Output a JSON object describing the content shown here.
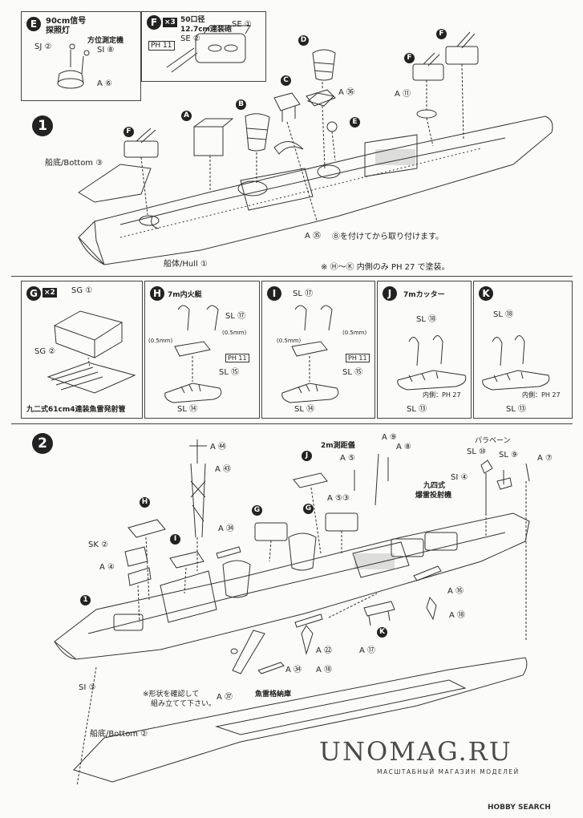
{
  "panel_e": {
    "badge": "E",
    "title_line1": "90cm信号",
    "title_line2": "探照灯",
    "sub_title": "方位測定機",
    "sj": "SJ ②",
    "si": "SI ⑧",
    "a": "A ⑥"
  },
  "panel_f": {
    "badge": "F",
    "multiplier": "×3",
    "title_line1": "50口径",
    "title_line2": "12.7cm連装砲",
    "se1": "SE ①",
    "se2": "SE ②",
    "paint": "PH 11"
  },
  "step1": {
    "number": "1",
    "bottom_label": "船底/Bottom ③",
    "hull_label": "船体/Hull ①",
    "a35": "A ㉟",
    "a35_note": "Ⓑを付けてから取り付けます。",
    "paint_note": "※ Ⓗ～Ⓚ 内側のみ PH 27 で塗装。",
    "a36": "A ㊱",
    "a11": "A ⑪",
    "e_mark": "E",
    "parts": [
      "F",
      "A",
      "B",
      "C",
      "D",
      "F",
      "F"
    ]
  },
  "panel_g": {
    "badge": "G",
    "multiplier": "×2",
    "sg1": "SG ①",
    "sg2": "SG ②",
    "caption": "九二式61cm4連装魚雷発射管"
  },
  "panel_h": {
    "badge": "H",
    "title": "7m内火艇",
    "sl17": "SL ⑰",
    "sl15": "SL ⑮",
    "sl14": "SL ⑭",
    "dim1": "(0.5mm)",
    "dim2": "(0.5mm)",
    "paint": "PH 11"
  },
  "panel_i": {
    "badge": "I",
    "sl17": "SL ⑰",
    "sl15": "SL ⑮",
    "sl14": "SL ⑭",
    "dim1": "(0.5mm)",
    "dim2": "(0.5mm)",
    "paint": "PH 11"
  },
  "panel_j": {
    "badge": "J",
    "title": "7mカッター",
    "sl18": "SL ⑱",
    "sl13": "SL ⑬",
    "inner": "内側：PH 27"
  },
  "panel_k": {
    "badge": "K",
    "sl18": "SL ⑱",
    "sl13": "SL ⑬",
    "inner": "内側：PH 27"
  },
  "step2": {
    "number": "2",
    "a44": "A ㊹",
    "a43": "A ㊸",
    "a34": "A ㉞",
    "a34b": "A ㉞",
    "sk2": "SK ②",
    "a4": "A ④",
    "rangefinder": "2m測距儀",
    "a5": "A ⑤",
    "a9": "A ⑨",
    "a8": "A ⑧",
    "a53": "A ⑤③",
    "paravane": "パラベーン",
    "sl10": "SL ⑩",
    "sl9": "SL ⑨",
    "a7": "A ⑦",
    "si4": "SI ④",
    "depth_charge_line1": "九四式",
    "depth_charge_line2": "爆雷投射機",
    "a16": "A ⑯",
    "a18": "A ⑱",
    "a18b": "A ⑱",
    "a22": "A ㉒",
    "a17": "A ⑰",
    "si3": "SI ③",
    "a37": "A ㊲",
    "note_line1": "※形状を確認して",
    "note_line2": "組み立てて下さい。",
    "torpedo_store": "魚雷格納庫",
    "bottom_label": "船底/Bottom ②",
    "badges": [
      "J",
      "H",
      "I",
      "G",
      "G",
      "K"
    ]
  },
  "watermark": {
    "main": "UNOMAG.RU",
    "sub": "МАСШТАБНЫЙ МАГАЗИН МОДЕЛЕЙ"
  },
  "credit": "HOBBY SEARCH"
}
